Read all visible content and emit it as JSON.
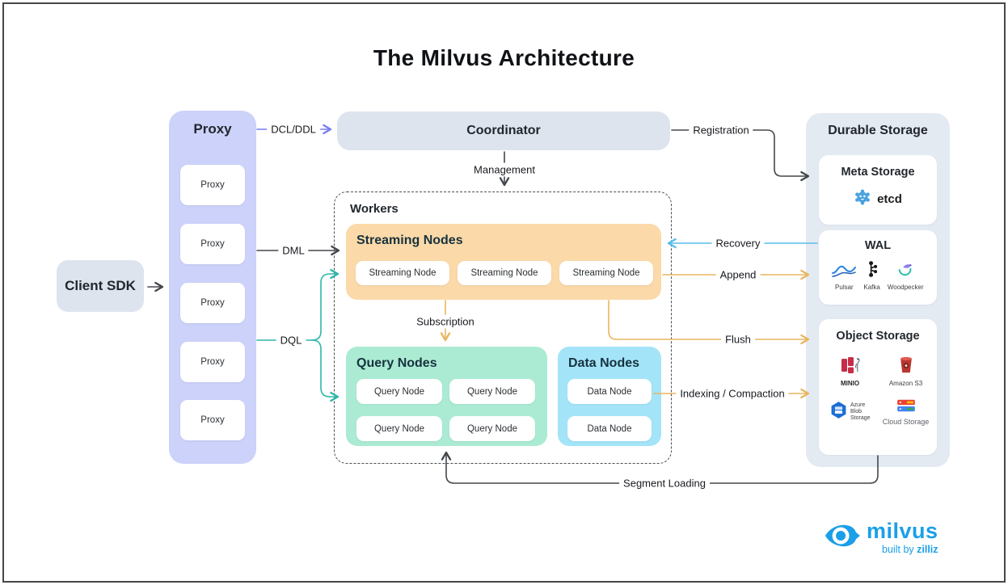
{
  "title": "The Milvus Architecture",
  "client": {
    "label": "Client SDK"
  },
  "proxy": {
    "title": "Proxy",
    "nodes": [
      "Proxy",
      "Proxy",
      "Proxy",
      "Proxy",
      "Proxy"
    ]
  },
  "coordinator": {
    "label": "Coordinator"
  },
  "workers": {
    "title": "Workers",
    "streaming": {
      "title": "Streaming Nodes",
      "nodes": [
        "Streaming Node",
        "Streaming Node",
        "Streaming Node"
      ]
    },
    "query": {
      "title": "Query Nodes",
      "nodes": [
        "Query Node",
        "Query Node",
        "Query Node",
        "Query Node"
      ]
    },
    "data": {
      "title": "Data Nodes",
      "nodes": [
        "Data Node",
        "Data Node"
      ]
    }
  },
  "storage": {
    "title": "Durable Storage",
    "meta": {
      "title": "Meta Storage",
      "item": "etcd"
    },
    "wal": {
      "title": "WAL",
      "items": [
        "Pulsar",
        "Kafka",
        "Woodpecker"
      ]
    },
    "object": {
      "title": "Object Storage",
      "items": [
        "MINIO",
        "Amazon S3",
        "Azure Blob Storage",
        "Cloud Storage"
      ]
    }
  },
  "edges": {
    "dcl_ddl": "DCL/DDL",
    "dml": "DML",
    "dql": "DQL",
    "management": "Management",
    "registration": "Registration",
    "recovery": "Recovery",
    "append": "Append",
    "flush": "Flush",
    "indexing_compaction": "Indexing / Compaction",
    "segment_loading": "Segment Loading",
    "subscription": "Subscription"
  },
  "logo": {
    "name": "milvus",
    "tagline_prefix": "built by",
    "tagline_brand": "zilliz"
  },
  "colors": {
    "edge_dark": "#43474c",
    "edge_purple": "#777df2",
    "edge_teal": "#2eb6a8",
    "edge_blue": "#57bde9",
    "edge_orange": "#e9b55e",
    "panel_proxy": "#ccd2f9",
    "panel_neutral": "#dde4ee",
    "panel_streaming": "#fbd9a8",
    "panel_query": "#abebd3",
    "panel_data": "#a4e4f9",
    "panel_storage": "#e4eaf2",
    "logo_blue": "#1b9fe8"
  }
}
